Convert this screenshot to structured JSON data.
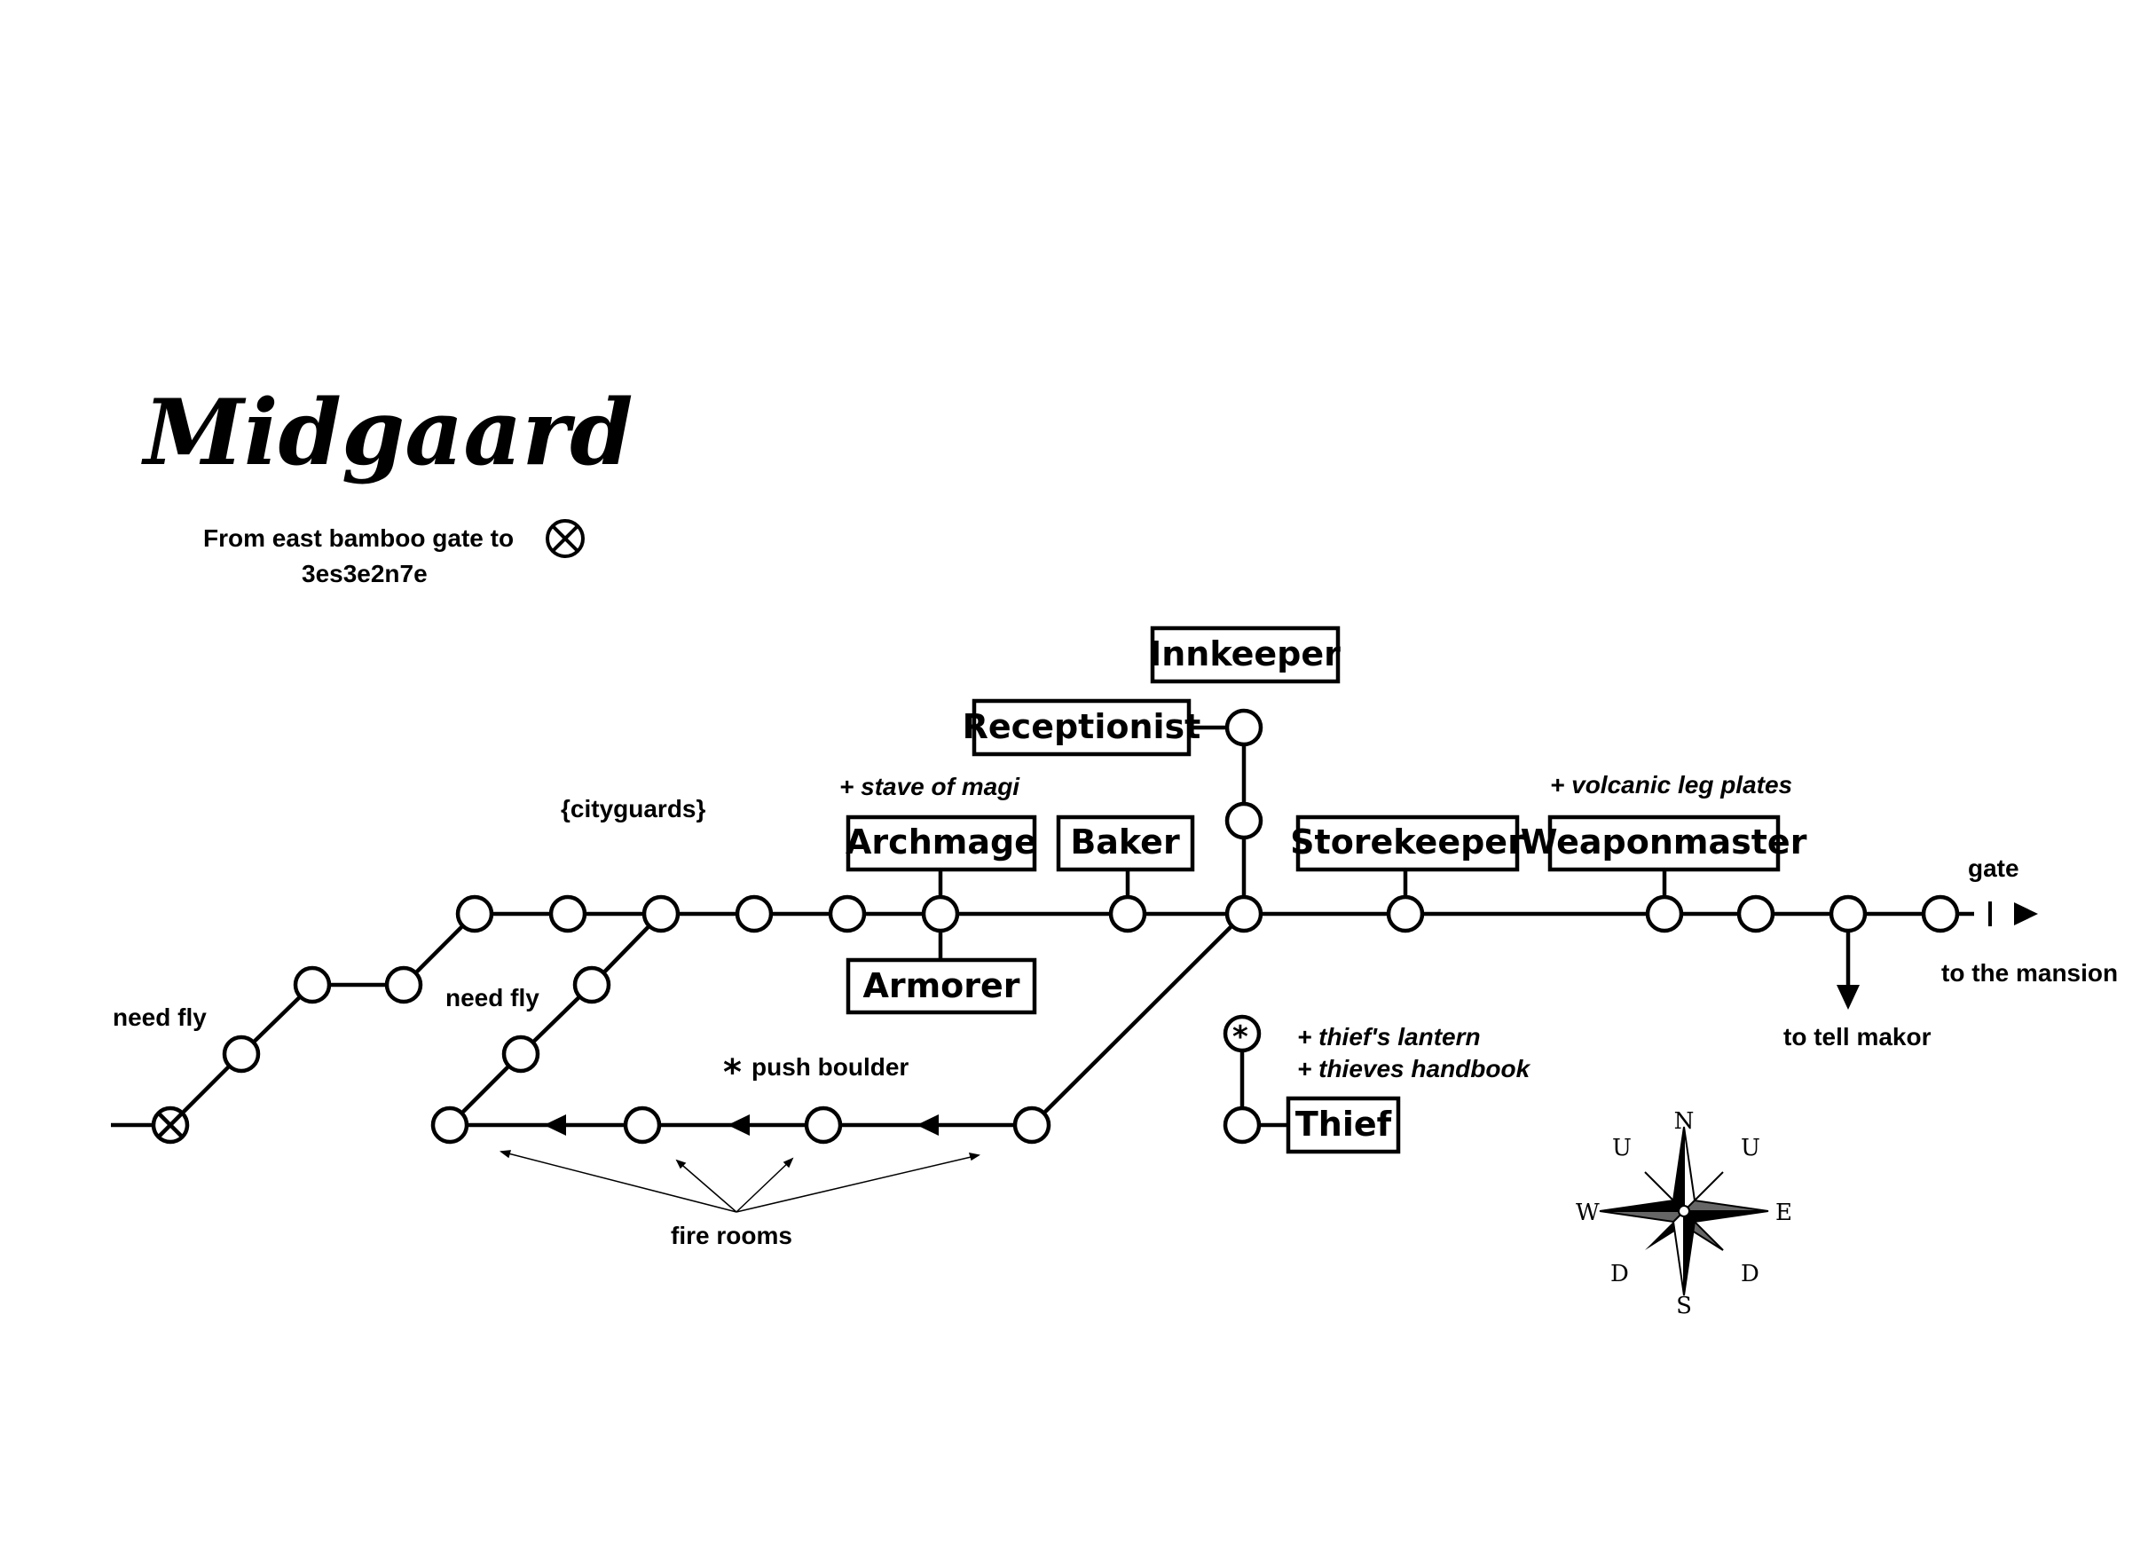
{
  "map": {
    "title": "Midgaard",
    "directions": {
      "line1": "From east bamboo gate to",
      "line2": "3es3e2n7e"
    },
    "labels": {
      "cityguards": "{cityguards}",
      "need_fly_left": "need fly",
      "need_fly_mid": "need fly",
      "push_boulder": "push boulder",
      "fire_rooms": "fire rooms",
      "gate": "gate",
      "to_mansion": "to the mansion",
      "to_tell_makor": "to tell makor"
    },
    "notes": {
      "stave": "+ stave of magi",
      "leg_plates": "+ volcanic leg plates",
      "lantern": "+ thief's lantern",
      "handbook": "+ thieves handbook"
    },
    "shops": {
      "innkeeper": "Innkeeper",
      "receptionist": "Receptionist",
      "archmage": "Archmage",
      "baker": "Baker",
      "storekeeper": "Storekeeper",
      "weaponmaster": "Weaponmaster",
      "armorer": "Armorer",
      "thief": "Thief"
    },
    "compass": {
      "n": "N",
      "s": "S",
      "e": "E",
      "w": "W",
      "u_left": "U",
      "u_right": "U",
      "d_left": "D",
      "d_right": "D"
    }
  }
}
